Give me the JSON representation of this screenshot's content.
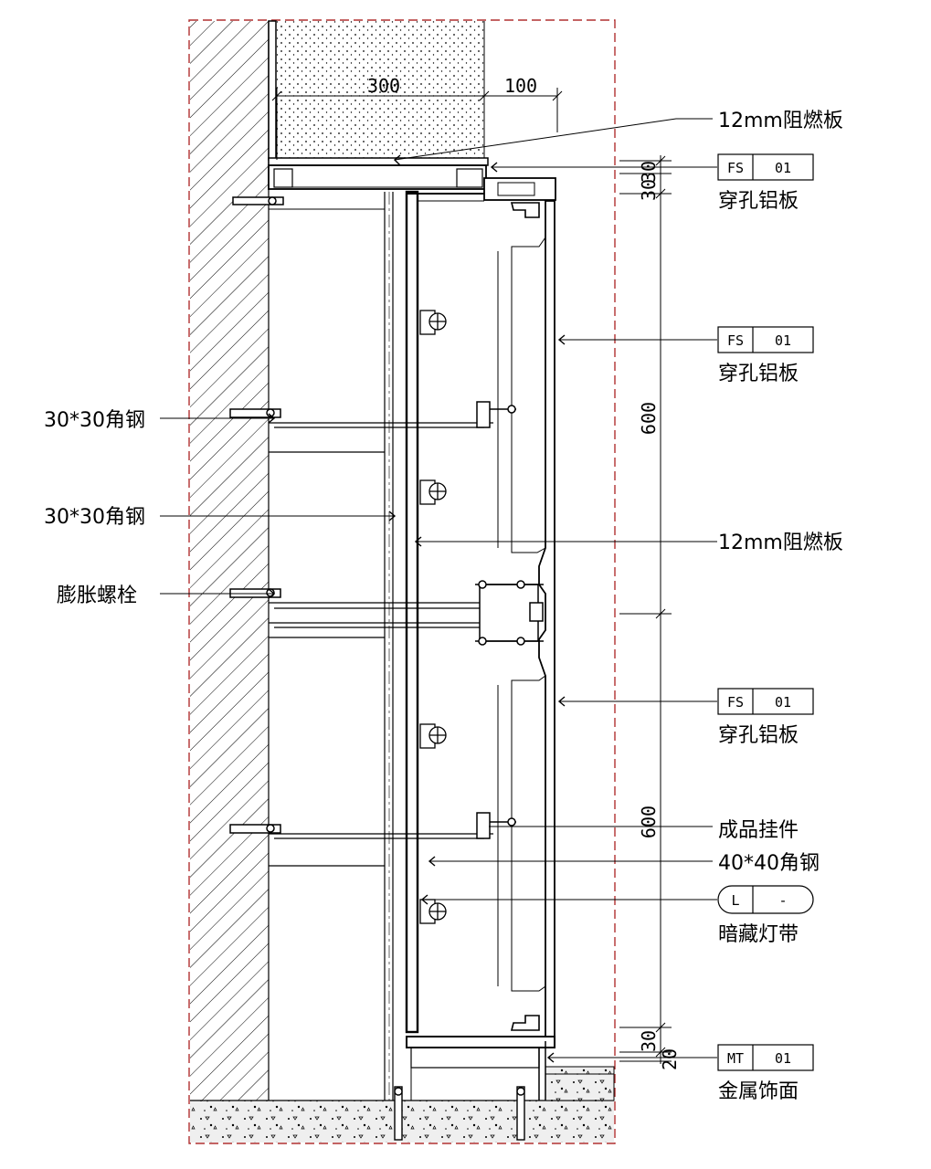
{
  "dimensions": {
    "top_width": "300",
    "top_offset": "100",
    "edge_upper": "30",
    "edge_upper2": "30",
    "height_upper": "600",
    "height_lower": "600",
    "edge_lower": "30",
    "edge_lower2": "20"
  },
  "left_labels": {
    "angle_steel_1": "30*30角钢",
    "angle_steel_2": "30*30角钢",
    "expansion_bolt": "膨胀螺栓"
  },
  "right_labels": {
    "fireproof_board_top": "12mm阻燃板",
    "fireproof_board_mid": "12mm阻燃板",
    "hanger": "成品挂件",
    "angle_steel_40": "40*40角钢"
  },
  "tags": [
    {
      "code": "FS",
      "num": "01",
      "caption": "穿孔铝板"
    },
    {
      "code": "FS",
      "num": "01",
      "caption": "穿孔铝板"
    },
    {
      "code": "FS",
      "num": "01",
      "caption": "穿孔铝板"
    },
    {
      "code": "L",
      "num": "-",
      "caption": "暗藏灯带"
    },
    {
      "code": "MT",
      "num": "01",
      "caption": "金属饰面"
    }
  ],
  "colors": {
    "line": "#000000",
    "boundary": "#b03030",
    "concrete": "#e8e8e8"
  }
}
